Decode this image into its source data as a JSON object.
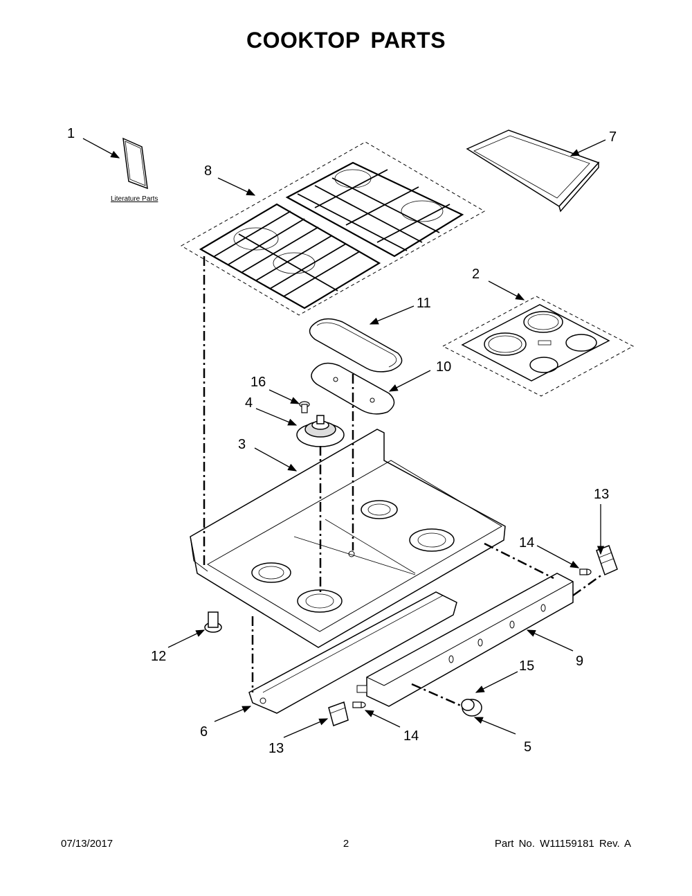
{
  "page": {
    "title": "COOKTOP  PARTS",
    "literature_label": "Literature Parts"
  },
  "callouts": {
    "c1": "1",
    "c2": "2",
    "c3": "3",
    "c4": "4",
    "c5": "5",
    "c6": "6",
    "c7": "7",
    "c8": "8",
    "c9": "9",
    "c10": "10",
    "c11": "11",
    "c12": "12",
    "c13a": "13",
    "c13b": "13",
    "c14a": "14",
    "c14b": "14",
    "c15": "15",
    "c16": "16"
  },
  "footer": {
    "date": "07/13/2017",
    "page": "2",
    "part": "Part No.  W11159181  Rev.  A"
  }
}
